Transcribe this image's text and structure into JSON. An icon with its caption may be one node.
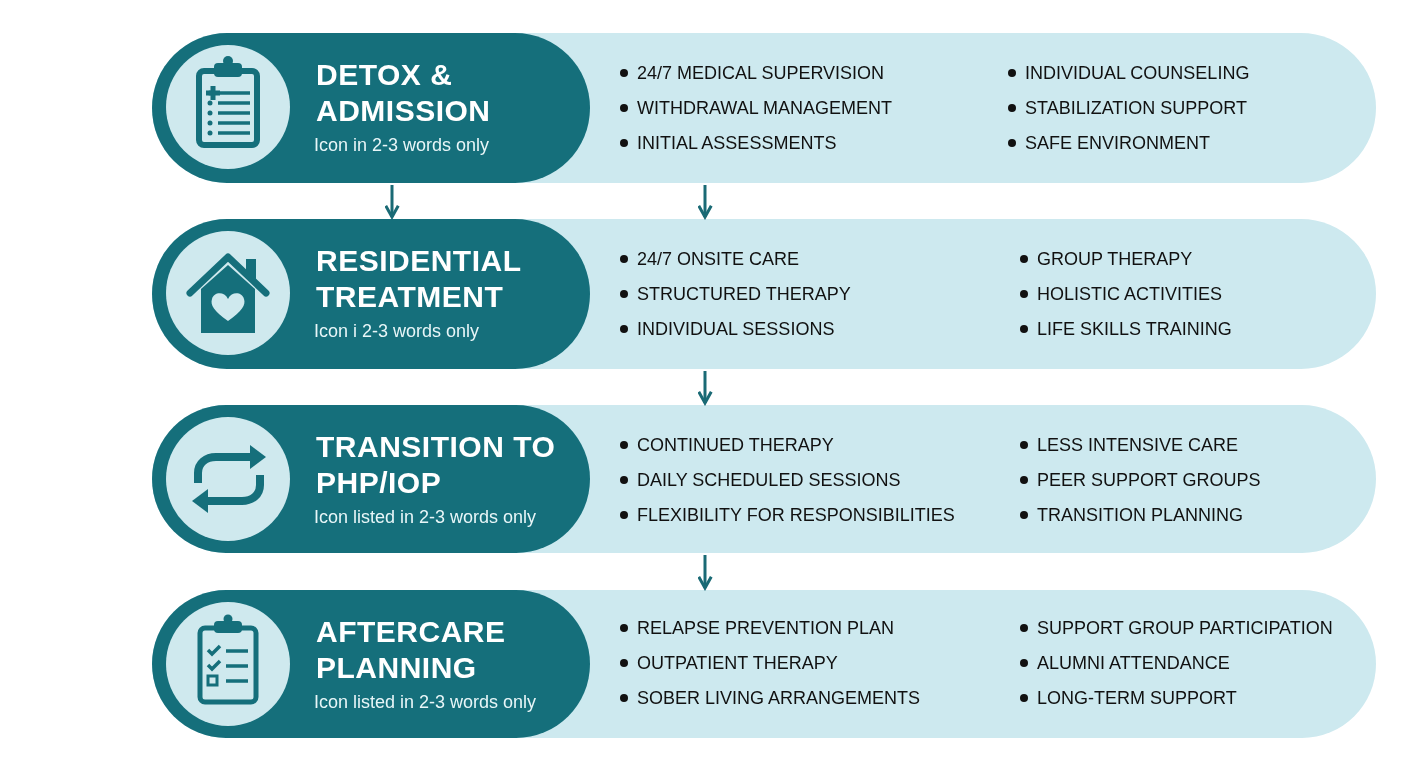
{
  "diagram": {
    "nodes": [
      {
        "text": [
          "24/7 MEDICAL SUPERVISION",
          "WITHDRAWAL MANAGEMENT",
          "INITIAL ASSESSMENTS",
          "INDIVIDUAL COUNSELING",
          "STABILIZATION SUPPORT",
          "SAFE ENVIRONMENT"
        ]
      },
      {
        "text": [
          "DETOX & ADMISSION",
          "Icon in 2-3 words only"
        ],
        "in": 0
      },
      {
        "text": [
          "24/7 ONSITE CARE",
          "STRUCTURED THERAPY",
          "INDIVIDUAL SESSIONS",
          "GROUP THERAPY",
          "HOLISTIC ACTIVITIES",
          "LIFE SKILLS TRAINING"
        ]
      },
      {
        "text": [
          "RESIDENTIAL TREATMENT",
          "Icon i 2-3 words only"
        ],
        "in": 2
      },
      {
        "text": [
          "CONTINUED THERAPY",
          "DAILY SCHEDULED SESSIONS",
          "FLEXIBILITY FOR RESPONSIBILITIES",
          "LESS INTENSIVE CARE",
          "PEER SUPPORT GROUPS",
          "TRANSITION PLANNING"
        ]
      },
      {
        "text": [
          "TRANSITION TO PHP/IOP",
          "Icon listed in 2-3 words only"
        ],
        "in": 4
      },
      {
        "text": [
          "RELAPSE PREVENTION PLAN",
          "OUTPATIENT THERAPY",
          "SOBER LIVING ARRANGEMENTS",
          "SUPPORT GROUP PARTICIPATION",
          "ALUMNI ATTENDANCE",
          "LONG-TERM SUPPORT"
        ]
      },
      {
        "text": [
          "AFTERCARE PLANNING",
          "Icon listed in 2-3 words only"
        ],
        "in": 6
      }
    ],
    "edges": [
      {
        "from": 1,
        "to": 3,
        "arrow": "to"
      },
      {
        "from": 0,
        "to": 2,
        "arrow": "to"
      },
      {
        "from": 2,
        "to": 4,
        "arrow": "to"
      },
      {
        "from": 4,
        "to": 6,
        "arrow": "to"
      }
    ]
  }
}
